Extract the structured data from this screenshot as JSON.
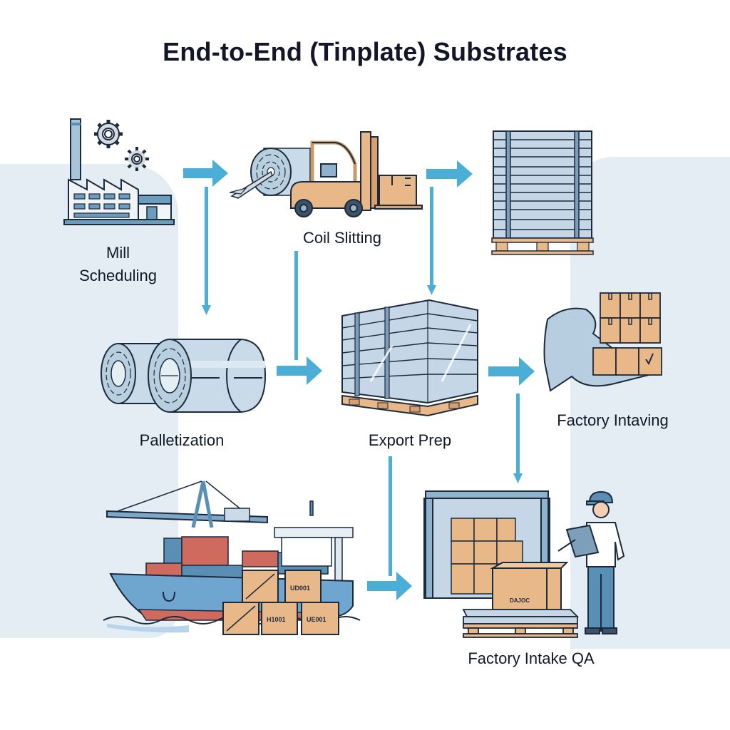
{
  "title": "End-to-End (Tinplate) Substrates",
  "colors": {
    "arrow": "#4aaed6",
    "panel_bg": "#e3edf3",
    "outline": "#1c2a3d",
    "steel_light": "#c9dbe8",
    "steel_mid": "#8fb3cc",
    "cardboard": "#e8b889",
    "wood": "#d99f6c",
    "container_red": "#cf6b5e",
    "container_blue": "#5a8fb5"
  },
  "steps": [
    {
      "id": "mill-scheduling",
      "label_line1": "Mill",
      "label_line2": "Scheduling",
      "icon": "factory-icon"
    },
    {
      "id": "coil-slitting",
      "label": "Coil Slitting",
      "icon": "forklift-coil-icon"
    },
    {
      "id": "wrapped-sheet-stack",
      "label": "",
      "icon": "sheet-pallet-icon"
    },
    {
      "id": "palletization",
      "label": "Palletization",
      "icon": "steel-coils-icon"
    },
    {
      "id": "export-prep",
      "label": "Export Prep",
      "icon": "wrapped-pallet-icon"
    },
    {
      "id": "factory-intaving",
      "label": "Factory Intaving",
      "icon": "hand-boxes-icon"
    },
    {
      "id": "shipping",
      "label": "",
      "icon": "cargo-ship-icon"
    },
    {
      "id": "factory-intake-qa",
      "label": "Factory Intake QA",
      "icon": "inspector-warehouse-icon"
    }
  ],
  "crate_markings": [
    "UD001",
    "H1001",
    "UE001"
  ],
  "box_marking": "DAJOC"
}
